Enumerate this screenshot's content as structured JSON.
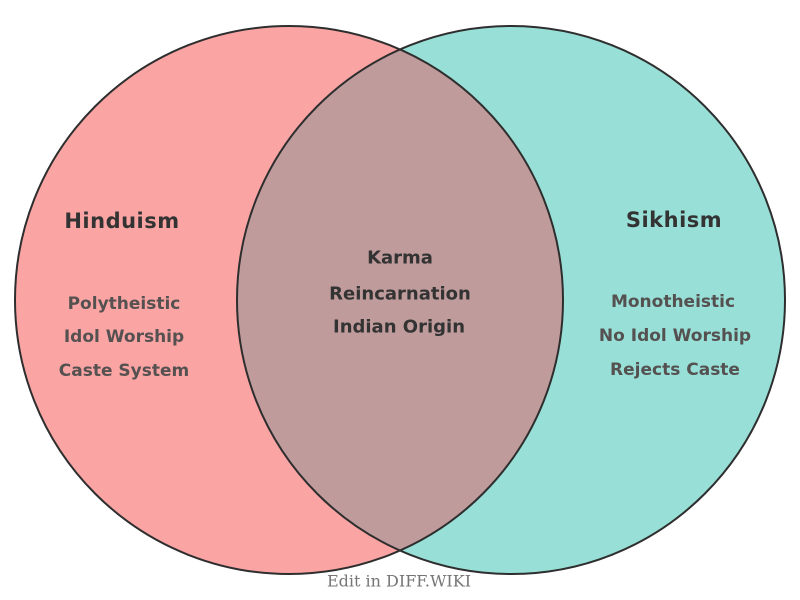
{
  "diagram": {
    "type": "venn",
    "left": {
      "title": "Hinduism",
      "items": [
        "Polytheistic",
        "Idol Worship",
        "Caste System"
      ],
      "fill": "#FBA4A4"
    },
    "right": {
      "title": "Sikhism",
      "items": [
        "Monotheistic",
        "No Idol Worship",
        "Rejects Caste"
      ],
      "fill": "#98E0D7"
    },
    "overlap": {
      "items": [
        "Karma",
        "Reincarnation",
        "Indian Origin"
      ],
      "fill": "#BF9B9C"
    },
    "outline_color": "#2E2E2E",
    "title_color": "#333333",
    "item_color": "#555151",
    "footer_color": "#757575"
  },
  "footer": {
    "label": "Edit in DIFF.WIKI"
  }
}
